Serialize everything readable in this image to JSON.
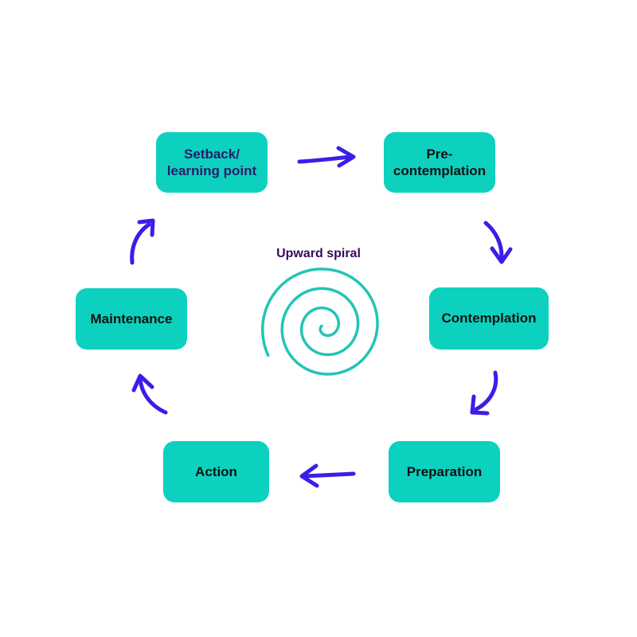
{
  "spiral_label": "Upward spiral",
  "stages": {
    "setback": {
      "line1": "Setback/",
      "line2": "learning point"
    },
    "precontemplation": {
      "line1": "Pre-",
      "line2": "contemplation"
    },
    "contemplation": {
      "label": "Contemplation"
    },
    "preparation": {
      "label": "Preparation"
    },
    "action": {
      "label": "Action"
    },
    "maintenance": {
      "label": "Maintenance"
    }
  },
  "colors": {
    "box_fill": "#0cd1bf",
    "box_text": "#111111",
    "setback_text": "#2a1a6b",
    "arrow": "#3a1ee8",
    "spiral": "#22c5b4",
    "spiral_label": "#3a0a5c"
  },
  "icons": {
    "flow_arrow": "hand-drawn-arrow-icon",
    "spiral": "spiral-icon"
  }
}
